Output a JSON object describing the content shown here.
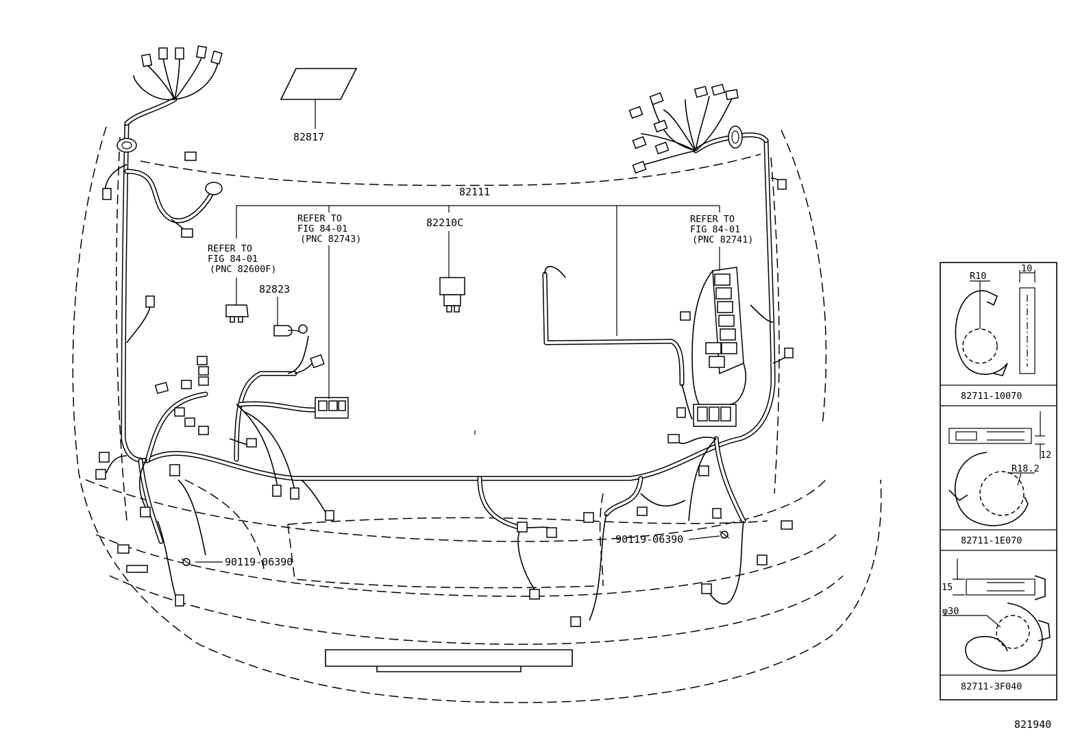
{
  "labels": {
    "label_82817": "82817",
    "label_82111": "82111",
    "label_82210c": "82210C",
    "label_82823": "82823",
    "refer_left_l1": "REFER TO",
    "refer_left_l2": "FIG 84-01",
    "refer_left_l3": "(PNC 82600F)",
    "refer_mid_l1": "REFER TO",
    "refer_mid_l2": "FIG 84-01",
    "refer_mid_l3": "(PNC 82743)",
    "refer_right_l1": "REFER TO",
    "refer_right_l2": "FIG 84-01",
    "refer_right_l3": "(PNC 82741)",
    "bolt_left": "90119-06390",
    "bolt_right": "90119-06390",
    "figure_code": "821940"
  },
  "clamps": [
    {
      "part": "82711-10070",
      "dim_radius": "R10",
      "dim_width": "10"
    },
    {
      "part": "82711-1E070",
      "dim_radius": "R18.2",
      "dim_height": "12"
    },
    {
      "part": "82711-3F040",
      "dim_height": "15",
      "dim_dia": "φ30"
    }
  ]
}
